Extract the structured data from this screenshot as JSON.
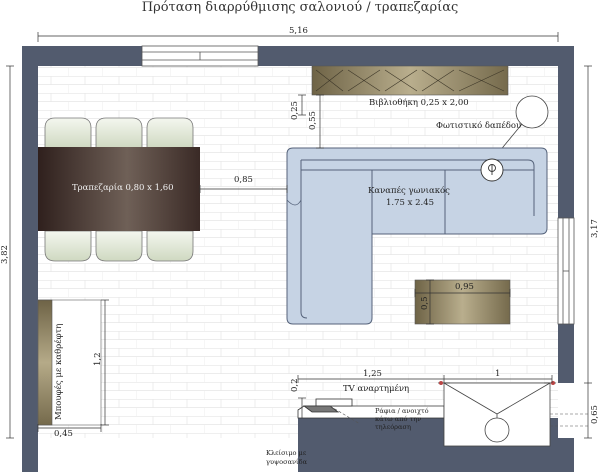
{
  "title": "Πρόταση διαρρύθμισης σαλονιού / τραπεζαρίας",
  "dimensions": {
    "total_width": "5,16",
    "total_height": "3,82",
    "right_height": "3,17",
    "right_lower": "0,65",
    "sofa_gap": "0,55",
    "shelf_gap": "0,25",
    "dining_gap": "0,85",
    "table_width": "0,95",
    "table_depth": "0,5",
    "desk_height": "1,2",
    "desk_width": "0,45",
    "tv_width": "1,25",
    "tv_depth": "0,2",
    "corner_width": "1"
  },
  "labels": {
    "bookcase": "Βιβλιοθήκη 0,25 x 2,00",
    "floor_lamp": "Φωτιστικό δαπέδου",
    "dining": "Τραπεζαρία 0,80 x 1,60",
    "sofa_line1": "Καναπές γωνιακός",
    "sofa_line2": "1.75 x 2.45",
    "desk": "Μπουφές με καθρέφτη",
    "tv": "TV αναρτημένη",
    "shelves_line1": "Ράφια / ανοιχτό",
    "shelves_line2": "κάτω από την",
    "shelves_line3": "τηλεόραση",
    "closet_line1": "Κλείσιμο με",
    "closet_line2": "γυψοσανίδα"
  },
  "colors": {
    "wall": "#525b6e",
    "sofa": "#c6d3e4",
    "sofa_stroke": "#55627a",
    "chair": "#dfe7d3",
    "table_dark": "#3b2a26",
    "wood": "#8d7f5d",
    "floor_tile": "#e4e4e4",
    "accent_red": "#b94545"
  }
}
